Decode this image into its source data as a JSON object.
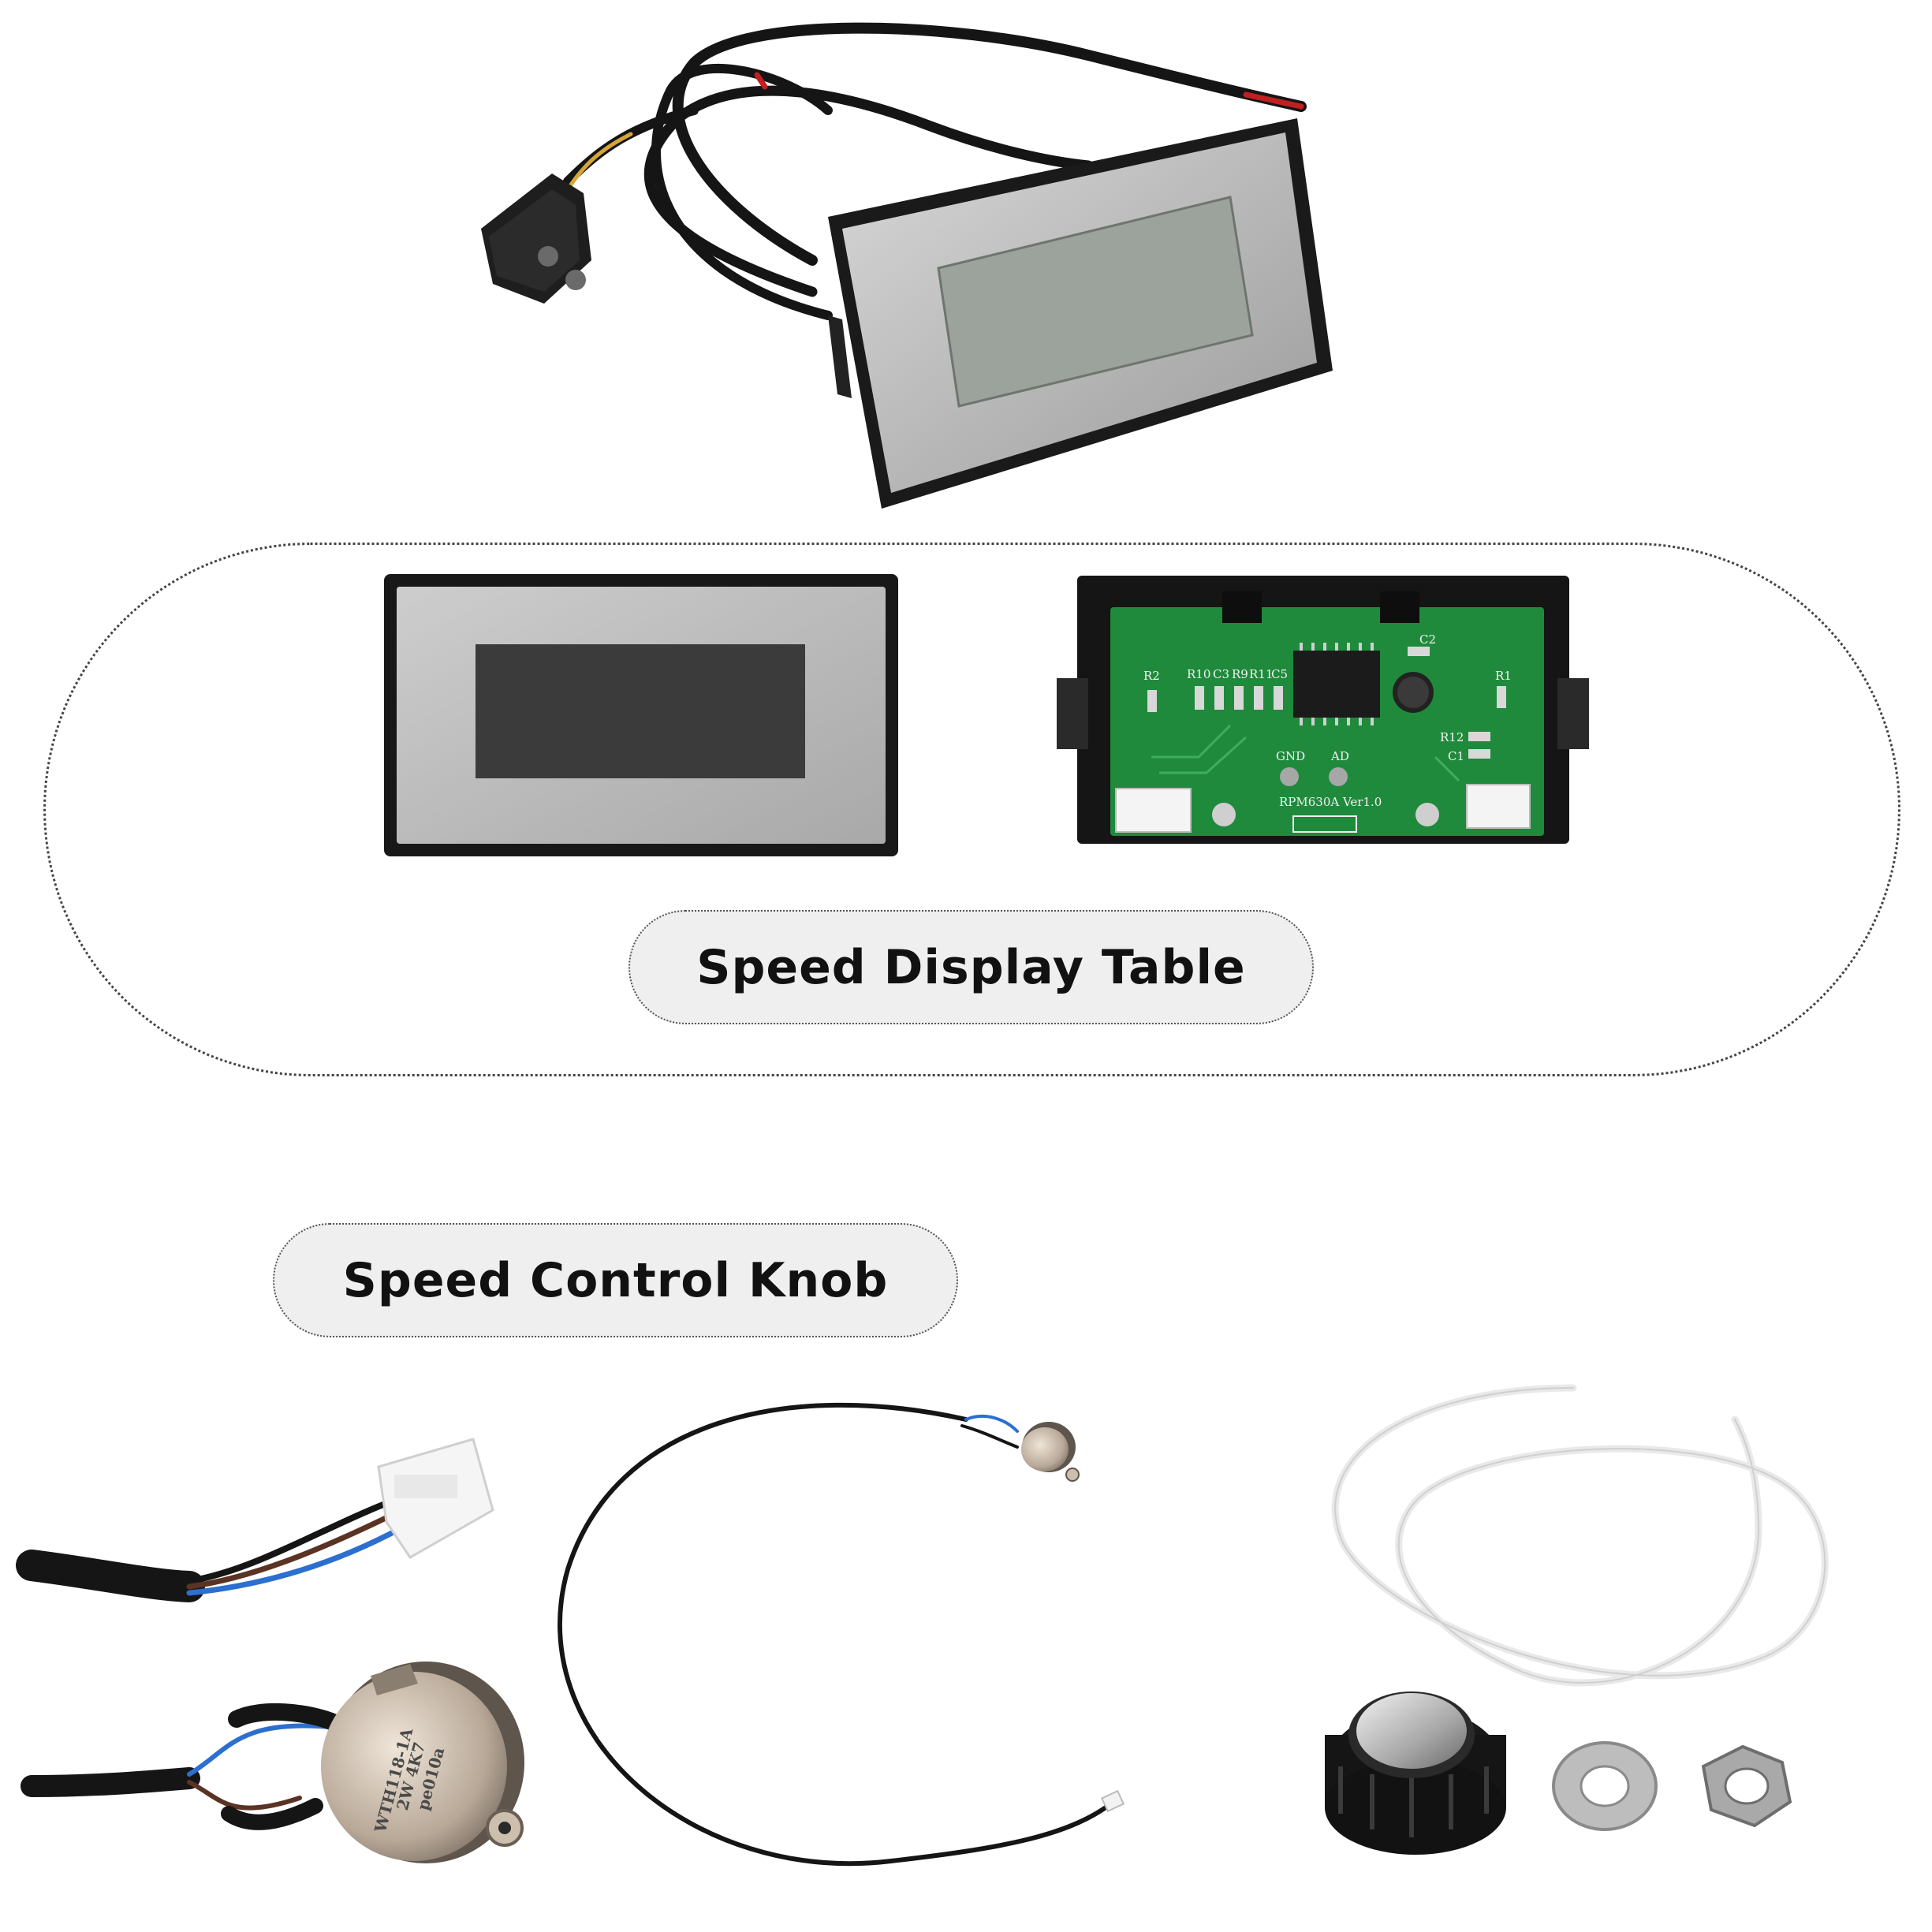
{
  "labels": {
    "display_table": "Speed Display Table",
    "control_knob": "Speed Control Knob"
  },
  "pcb_markings": {
    "r2": "R2",
    "r10": "R10",
    "c3": "C3",
    "r9": "R9",
    "r11": "R11",
    "c5": "C5",
    "c2": "C2",
    "r1": "R1",
    "r12": "R12",
    "c1": "C1",
    "gnd": "GND",
    "ad": "AD",
    "model": "RPM630A  Ver1.0"
  },
  "potentiometer_markings": {
    "line1": "WTH118-1A",
    "line2": "2W 4K7",
    "line3": "pe010a"
  },
  "colors": {
    "pill_bg": "#efefef",
    "pcb_green": "#1f8a3c",
    "bezel": "#c4c4c4",
    "lcd_dark": "#3b3b3b",
    "lcd_grey": "#9aa19a",
    "cable": "#1a1a1a"
  }
}
